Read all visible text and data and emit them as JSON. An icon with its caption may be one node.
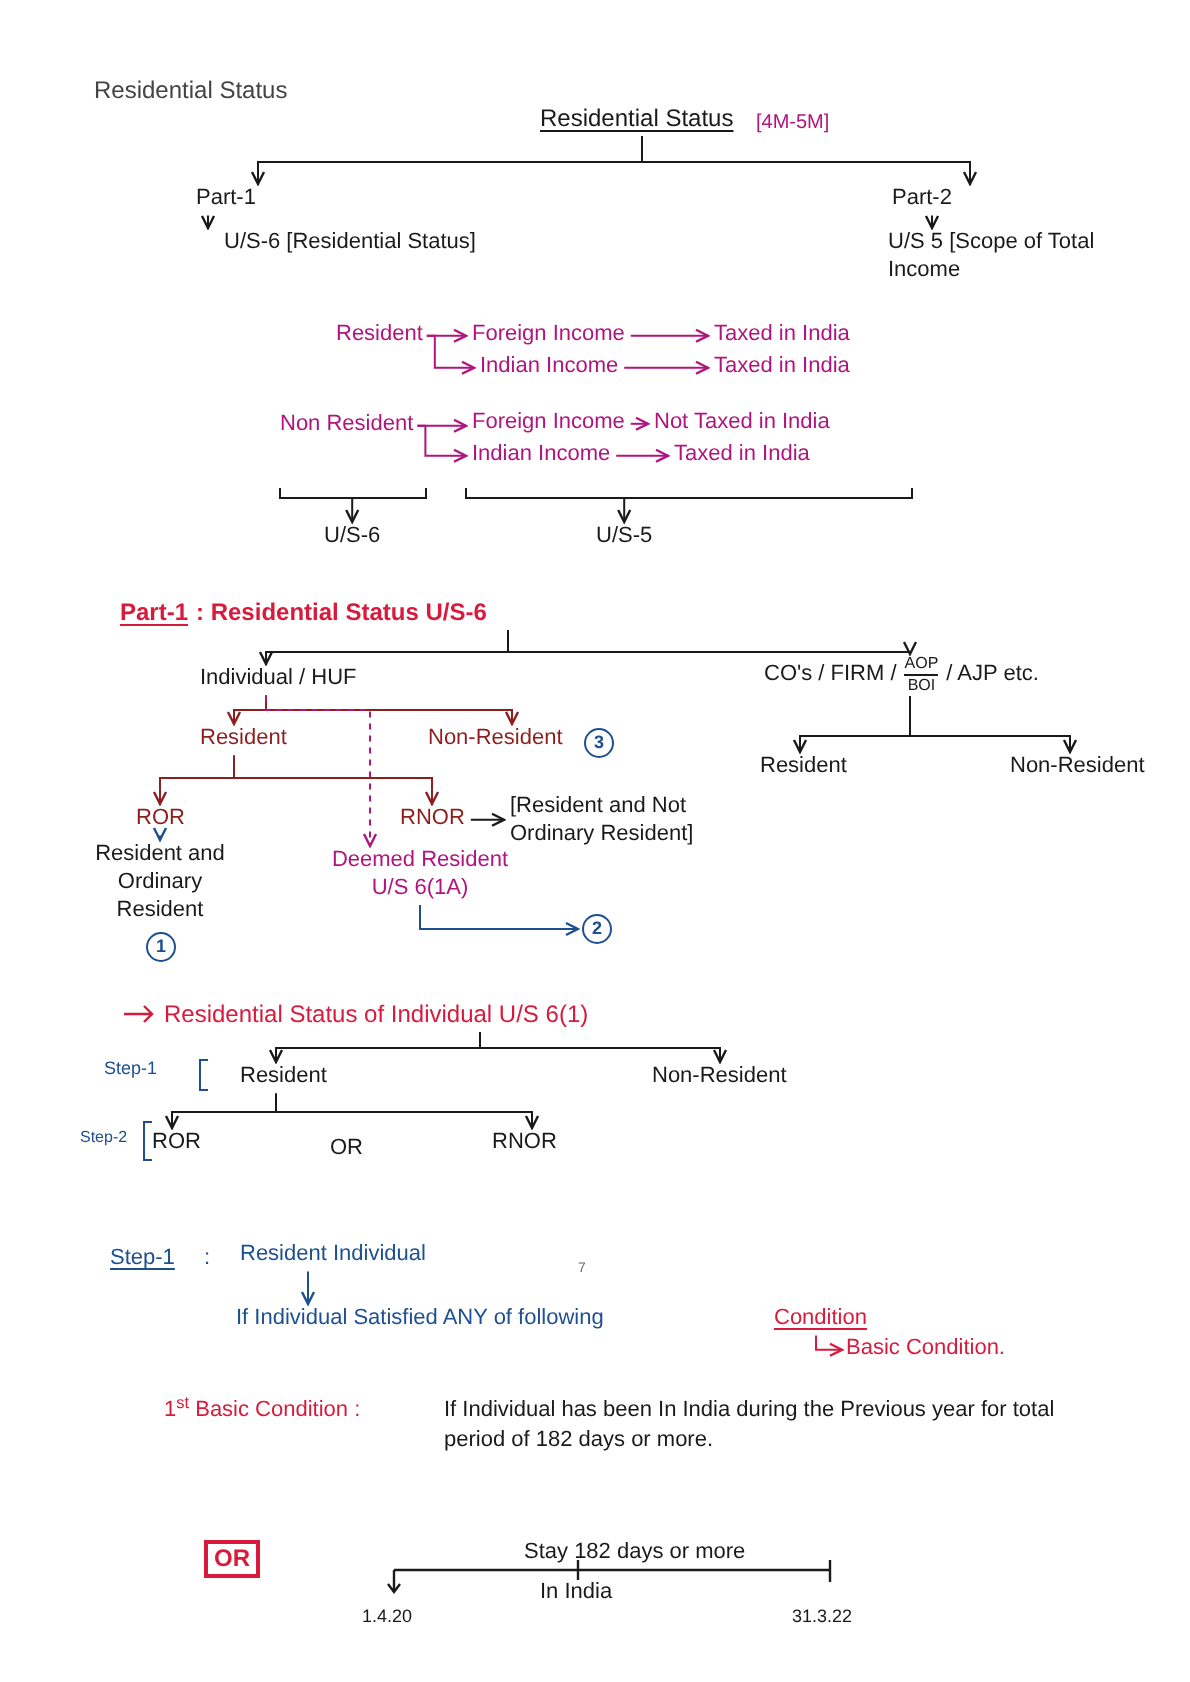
{
  "diagram": {
    "title": "Residential Status",
    "nodes": [
      {
        "text": [
          "Residential Status"
        ],
        "beside": [
          "[4M-5M]"
        ]
      },
      {
        "text": [
          "Part-1"
        ]
      },
      {
        "text": [
          "U/S-6 [Residential Status]"
        ]
      },
      {
        "text": [
          "Part-2"
        ]
      },
      {
        "text": [
          "U/S 5 [Scope of Total Income"
        ]
      },
      {
        "text": [
          "Resident"
        ]
      },
      {
        "text": [
          "Foreign Income"
        ]
      },
      {
        "text": [
          "Taxed in India"
        ]
      },
      {
        "text": [
          "Indian Income"
        ]
      },
      {
        "text": [
          "Taxed in India"
        ]
      },
      {
        "text": [
          "Non Resident"
        ]
      },
      {
        "text": [
          "Foreign Income"
        ]
      },
      {
        "text": [
          "Not Taxed in India"
        ]
      },
      {
        "text": [
          "Indian Income"
        ]
      },
      {
        "text": [
          "Taxed in India"
        ]
      },
      {
        "text": [
          "U/S-6"
        ]
      },
      {
        "text": [
          "U/S-5"
        ]
      },
      {
        "text": [
          "Part-1",
          ": Residential Status U/S-6"
        ]
      },
      {
        "text": [
          "Individual / HUF"
        ]
      },
      {
        "text": [
          "CO's / FIRM /",
          "AOP",
          "BOI",
          "/ AJP etc."
        ]
      },
      {
        "text": [
          "Resident"
        ]
      },
      {
        "text": [
          "Non-Resident"
        ]
      },
      {
        "text": [
          "Resident"
        ]
      },
      {
        "text": [
          "Non-Resident"
        ]
      },
      {
        "text": [
          "ROR"
        ]
      },
      {
        "text": [
          "Resident and Ordinary Resident"
        ]
      },
      {
        "text": [
          "RNOR"
        ]
      },
      {
        "text": [
          "[Resident and Not Ordinary Resident]"
        ]
      },
      {
        "text": [
          "Deemed Resident U/S 6(1A)"
        ]
      },
      {
        "text": [
          "2"
        ]
      },
      {
        "text": [
          "Residential Status of Individual U/S 6(1)"
        ]
      },
      {
        "text": [
          "Resident"
        ]
      },
      {
        "text": [
          "Non-Resident"
        ]
      },
      {
        "text": [
          "ROR"
        ]
      },
      {
        "text": [
          "RNOR"
        ]
      },
      {
        "text": [
          "Resident Individual"
        ]
      },
      {
        "text": [
          "If Individual Satisfied ANY of following"
        ]
      },
      {
        "text": [
          "Condition"
        ]
      },
      {
        "text": [
          "Basic Condition."
        ]
      },
      {
        "text": [
          "OR"
        ]
      },
      {
        "text": [
          "3"
        ]
      },
      {
        "text": [
          "1"
        ]
      }
    ],
    "edges": [
      {
        "from": 0,
        "to": 1,
        "arrow": "to"
      },
      {
        "from": 0,
        "to": 3,
        "arrow": "to"
      },
      {
        "from": 1,
        "to": 2,
        "arrow": "to"
      },
      {
        "from": 3,
        "to": 4,
        "arrow": "to"
      },
      {
        "from": 5,
        "to": 6,
        "arrow": "to",
        "color": "#b0147f"
      },
      {
        "from": 5,
        "to": 8,
        "arrow": "to",
        "color": "#b0147f"
      },
      {
        "from": 6,
        "to": 7,
        "arrow": "to",
        "color": "#b0147f"
      },
      {
        "from": 8,
        "to": 9,
        "arrow": "to",
        "color": "#b0147f"
      },
      {
        "from": 10,
        "to": 11,
        "arrow": "to",
        "color": "#b0147f"
      },
      {
        "from": 10,
        "to": 13,
        "arrow": "to",
        "color": "#b0147f"
      },
      {
        "from": 11,
        "to": 12,
        "arrow": "to",
        "color": "#b0147f"
      },
      {
        "from": 13,
        "to": 14,
        "arrow": "to",
        "color": "#b0147f"
      },
      {
        "from": null,
        "to": 15,
        "arrow": "to"
      },
      {
        "from": null,
        "to": 16,
        "arrow": "to"
      },
      {
        "from": 17,
        "to": 18,
        "arrow": "to"
      },
      {
        "from": 17,
        "to": 19,
        "arrow": "to"
      },
      {
        "from": 18,
        "to": 20,
        "arrow": "to",
        "color": "#8e1f1f"
      },
      {
        "from": 18,
        "to": 21,
        "arrow": "to",
        "color": "#8e1f1f"
      },
      {
        "from": 18,
        "to": 28,
        "arrow": "to",
        "style": "dashed",
        "color": "#b0147f"
      },
      {
        "from": 19,
        "to": 22,
        "arrow": "to"
      },
      {
        "from": 19,
        "to": 23,
        "arrow": "to"
      },
      {
        "from": 20,
        "to": 24,
        "arrow": "to",
        "color": "#8e1f1f"
      },
      {
        "from": 20,
        "to": 26,
        "arrow": "to",
        "color": "#8e1f1f"
      },
      {
        "from": 24,
        "to": 25,
        "arrow": "to",
        "color": "#1d4f91"
      },
      {
        "from": 26,
        "to": 27,
        "arrow": "to"
      },
      {
        "from": 28,
        "to": 29,
        "arrow": "to",
        "color": "#1d4f91"
      },
      {
        "from": 30,
        "to": 31,
        "arrow": "to"
      },
      {
        "from": 30,
        "to": 32,
        "arrow": "to"
      },
      {
        "from": 31,
        "to": 33,
        "arrow": "to"
      },
      {
        "from": 31,
        "to": 34,
        "arrow": "to"
      },
      {
        "from": 35,
        "to": 36,
        "arrow": "to",
        "color": "#1d4f91"
      },
      {
        "from": 37,
        "to": 38,
        "arrow": "to",
        "color": "#d81b3c"
      }
    ],
    "labels": [
      "Step-1",
      "Step-2",
      "OR",
      "Step-1",
      ":",
      "7",
      "1$^{st}$ Basic Condition :",
      "If Individual has been In India during the Previous year for total period of 182 days or more.",
      "Stay 182 days or more",
      "In India",
      "1.4.20",
      "31.3.22"
    ]
  }
}
